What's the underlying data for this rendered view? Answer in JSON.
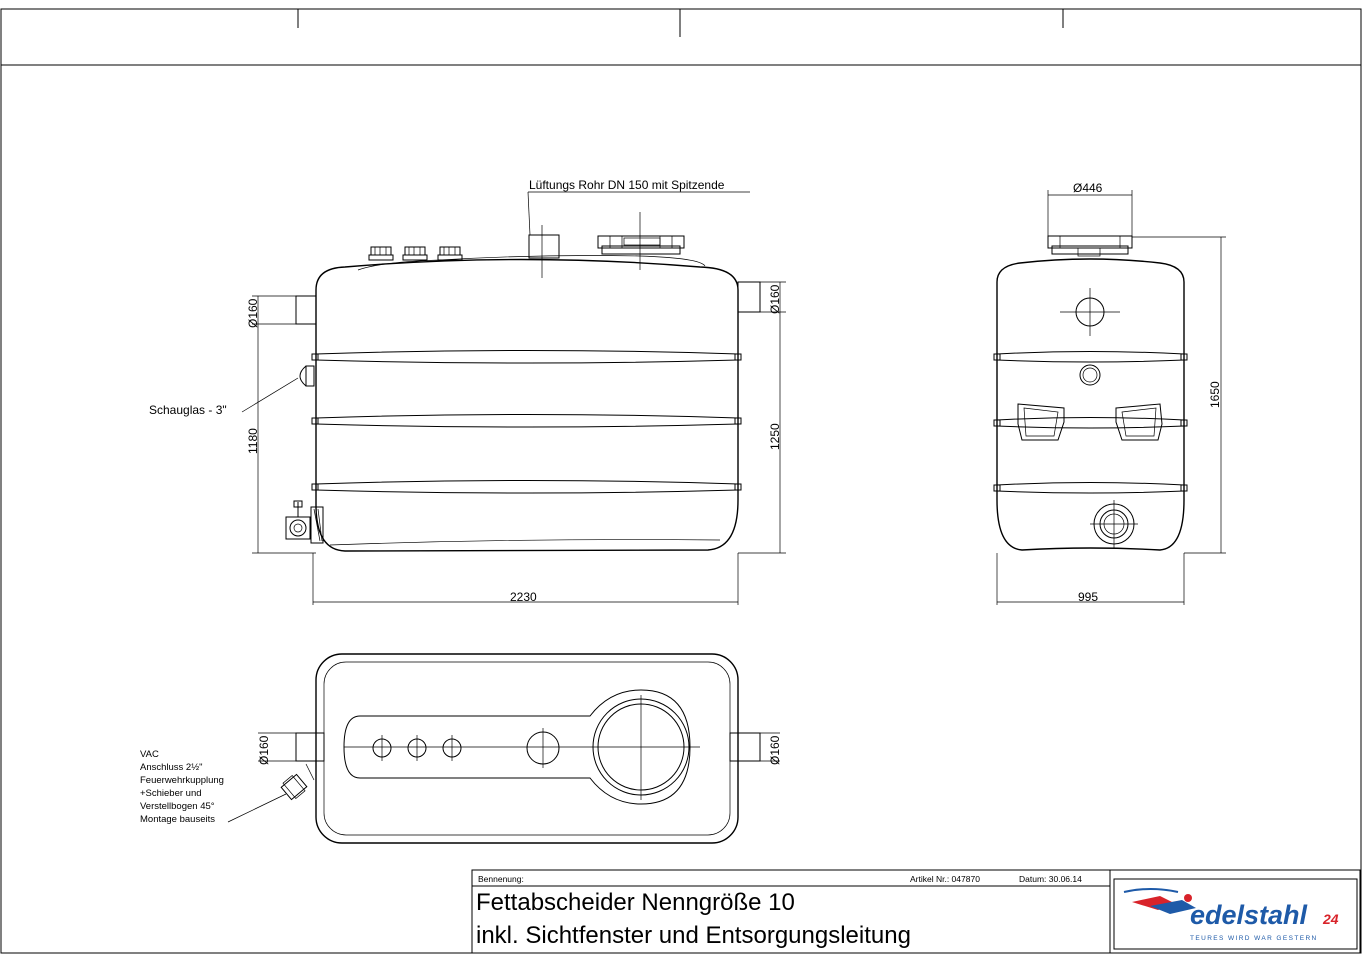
{
  "labels": {
    "vent_pipe": "Lüftungs Rohr DN 150  mit Spitzende",
    "sight_glass": "Schauglas - 3\"",
    "vac_lines": [
      "VAC",
      "Anschluss 2½\"",
      "Feuerwehrkupplung",
      "+Schieber und",
      "Verstellbogen 45°",
      "Montage bauseits"
    ]
  },
  "dimensions": {
    "d160": "Ø160",
    "d446": "Ø446",
    "h1180": "1180",
    "h1250": "1250",
    "h1650": "1650",
    "w2230": "2230",
    "w995": "995"
  },
  "title_block": {
    "bennenung_label": "Bennenung:",
    "artikel": "Artikel Nr.: 047870",
    "datum": "Datum: 30.06.14",
    "title_line1": "Fettabscheider Nenngröße 10",
    "title_line2": "inkl. Sichtfenster und Entsorgungsleitung"
  },
  "logo": {
    "text": "edelstahl",
    "suffix": "24",
    "tagline": "TEURES WIRD WAR GESTERN",
    "colors": {
      "main": "#1e5aa8",
      "accent": "#d8232a"
    }
  }
}
